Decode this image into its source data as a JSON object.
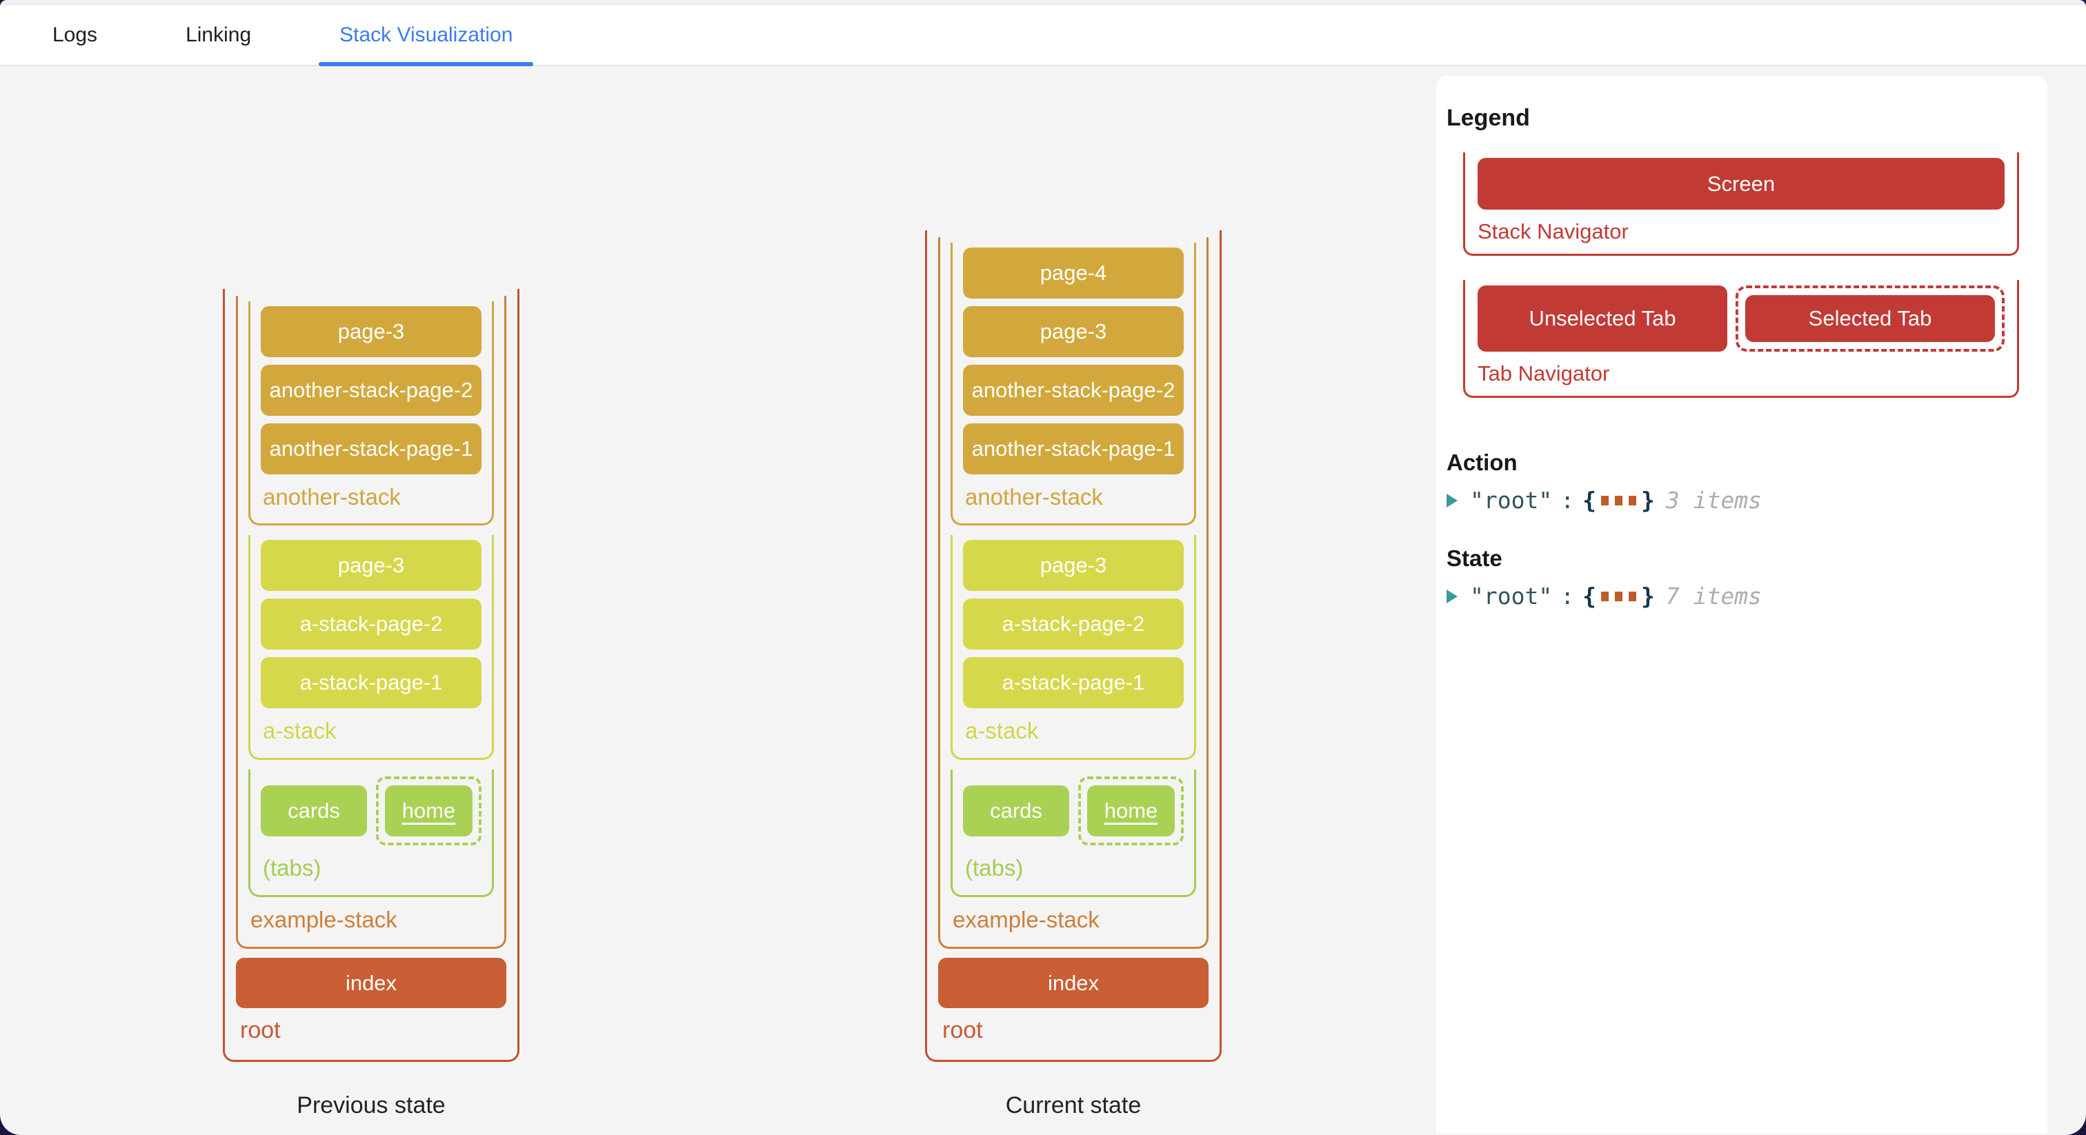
{
  "tabs": [
    {
      "label": "Logs",
      "active": false
    },
    {
      "label": "Linking",
      "active": false
    },
    {
      "label": "Stack Visualization",
      "active": true
    }
  ],
  "legend": {
    "title": "Legend",
    "screen_button": "Screen",
    "stack_navigator_label": "Stack Navigator",
    "unselected_tab_button": "Unselected Tab",
    "selected_tab_button": "Selected Tab",
    "tab_navigator_label": "Tab Navigator"
  },
  "action": {
    "title": "Action",
    "key": "\"root\"",
    "colon": ":",
    "brace_open": "{",
    "brace_close": "}",
    "items": "3 items"
  },
  "state": {
    "title": "State",
    "key": "\"root\"",
    "colon": ":",
    "brace_open": "{",
    "brace_close": "}",
    "items": "7 items"
  },
  "stacks": {
    "previous": {
      "caption": "Previous state",
      "root_label": "root",
      "index_screen": "index",
      "example_label": "example-stack",
      "another_stack": {
        "label": "another-stack",
        "screens": [
          "page-3",
          "another-stack-page-2",
          "another-stack-page-1"
        ]
      },
      "a_stack": {
        "label": "a-stack",
        "screens": [
          "page-3",
          "a-stack-page-2",
          "a-stack-page-1"
        ]
      },
      "tabs": {
        "label": "(tabs)",
        "unselected_tab": "cards",
        "selected_tab": "home"
      }
    },
    "current": {
      "caption": "Current state",
      "root_label": "root",
      "index_screen": "index",
      "example_label": "example-stack",
      "another_stack": {
        "label": "another-stack",
        "screens": [
          "page-4",
          "page-3",
          "another-stack-page-2",
          "another-stack-page-1"
        ]
      },
      "a_stack": {
        "label": "a-stack",
        "screens": [
          "page-3",
          "a-stack-page-2",
          "a-stack-page-1"
        ]
      },
      "tabs": {
        "label": "(tabs)",
        "unselected_tab": "cards",
        "selected_tab": "home"
      }
    }
  },
  "colors": {
    "active_tab_blue": "#3b7bf0",
    "legend_red": "#c23a34",
    "root_border": "#c4512d",
    "root_screen_fill": "#c95d34",
    "example_stack_orange": "#cd7f3a",
    "another_stack_gold": "#d2a83d",
    "a_stack_lime": "#d6d84b",
    "tabs_green": "#a9d154",
    "json_expander_teal": "#3e9a98",
    "json_key": "#33505e",
    "json_dots_orange": "#c05a2a",
    "json_items_gray": "#a9adb3",
    "background_gray": "#f4f4f5"
  }
}
